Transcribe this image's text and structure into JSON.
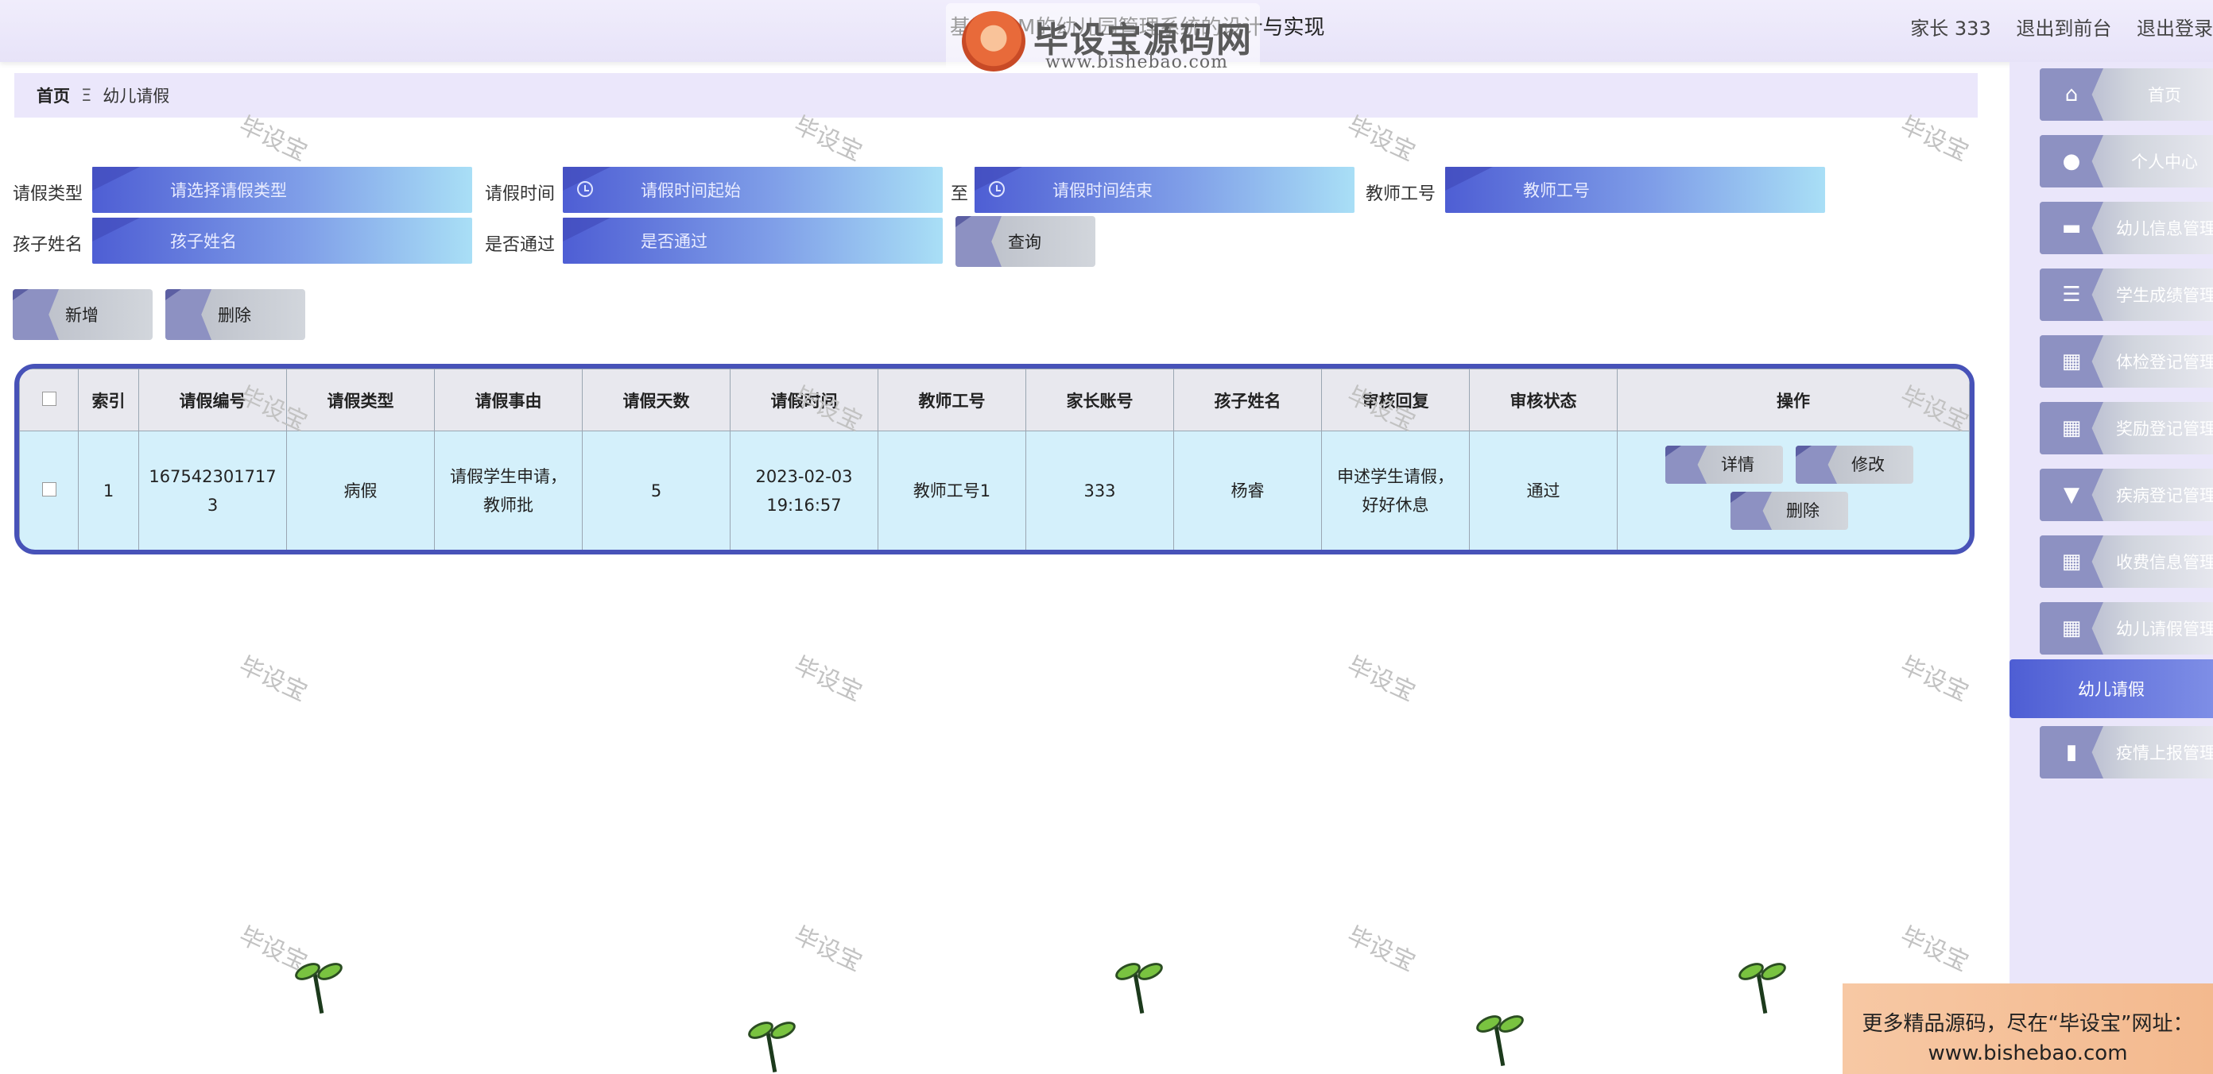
{
  "header": {
    "site_title": "基于SSM的幼儿园管理系统的设计与实现",
    "logo_text": "毕设宝源码网",
    "logo_url": "www.bishebao.com",
    "user": "家长 333",
    "to_front": "退出到前台",
    "logout": "退出登录"
  },
  "breadcrumb": {
    "home": "首页",
    "separator": "Ξ",
    "current": "幼儿请假"
  },
  "search": {
    "leave_type_label": "请假类型",
    "leave_type_placeholder": "请选择请假类型",
    "leave_time_label": "请假时间",
    "time_start_placeholder": "请假时间起始",
    "to_label": "至",
    "time_end_placeholder": "请假时间结束",
    "teacher_id_label": "教师工号",
    "teacher_id_placeholder": "教师工号",
    "child_name_label": "孩子姓名",
    "child_name_placeholder": "孩子姓名",
    "approved_label": "是否通过",
    "approved_placeholder": "是否通过",
    "query_button": "查询"
  },
  "actions": {
    "add": "新增",
    "delete": "删除"
  },
  "table": {
    "columns": [
      "",
      "索引",
      "请假编号",
      "请假类型",
      "请假事由",
      "请假天数",
      "请假时间",
      "教师工号",
      "家长账号",
      "孩子姓名",
      "审核回复",
      "审核状态",
      "操作"
    ],
    "rows": [
      {
        "index": "1",
        "leave_no": "1675423017173",
        "leave_type": "病假",
        "reason": "请假学生申请，教师批",
        "days": "5",
        "time": "2023-02-03 19:16:57",
        "teacher_id": "教师工号1",
        "parent_account": "333",
        "child_name": "杨睿",
        "reply": "申述学生请假，好好休息",
        "status": "通过",
        "btn_detail": "详情",
        "btn_edit": "修改",
        "btn_delete": "删除"
      }
    ]
  },
  "sidebar": {
    "items": [
      {
        "label": "首页",
        "icon": "home-icon"
      },
      {
        "label": "个人中心",
        "icon": "user-icon"
      },
      {
        "label": "幼儿信息管理",
        "icon": "ticket-icon"
      },
      {
        "label": "学生成绩管理",
        "icon": "sliders-icon"
      },
      {
        "label": "体检登记管理",
        "icon": "grid-icon"
      },
      {
        "label": "奖励登记管理",
        "icon": "grid-icon"
      },
      {
        "label": "疾病登记管理",
        "icon": "pin-icon"
      },
      {
        "label": "收费信息管理",
        "icon": "grid-icon"
      },
      {
        "label": "幼儿请假管理",
        "icon": "grid-icon"
      },
      {
        "label": "幼儿请假",
        "icon": ""
      },
      {
        "label": "疫情上报管理",
        "icon": "bar-chart-icon"
      }
    ]
  },
  "watermark": "毕设宝",
  "promo": {
    "line1": "更多精品源码，尽在“毕设宝”网址：",
    "line2": "www.bishebao.com"
  },
  "colors": {
    "accent": "#4e5ed4",
    "table_border": "#4752b8",
    "row_bg": "#d4f0fb"
  }
}
